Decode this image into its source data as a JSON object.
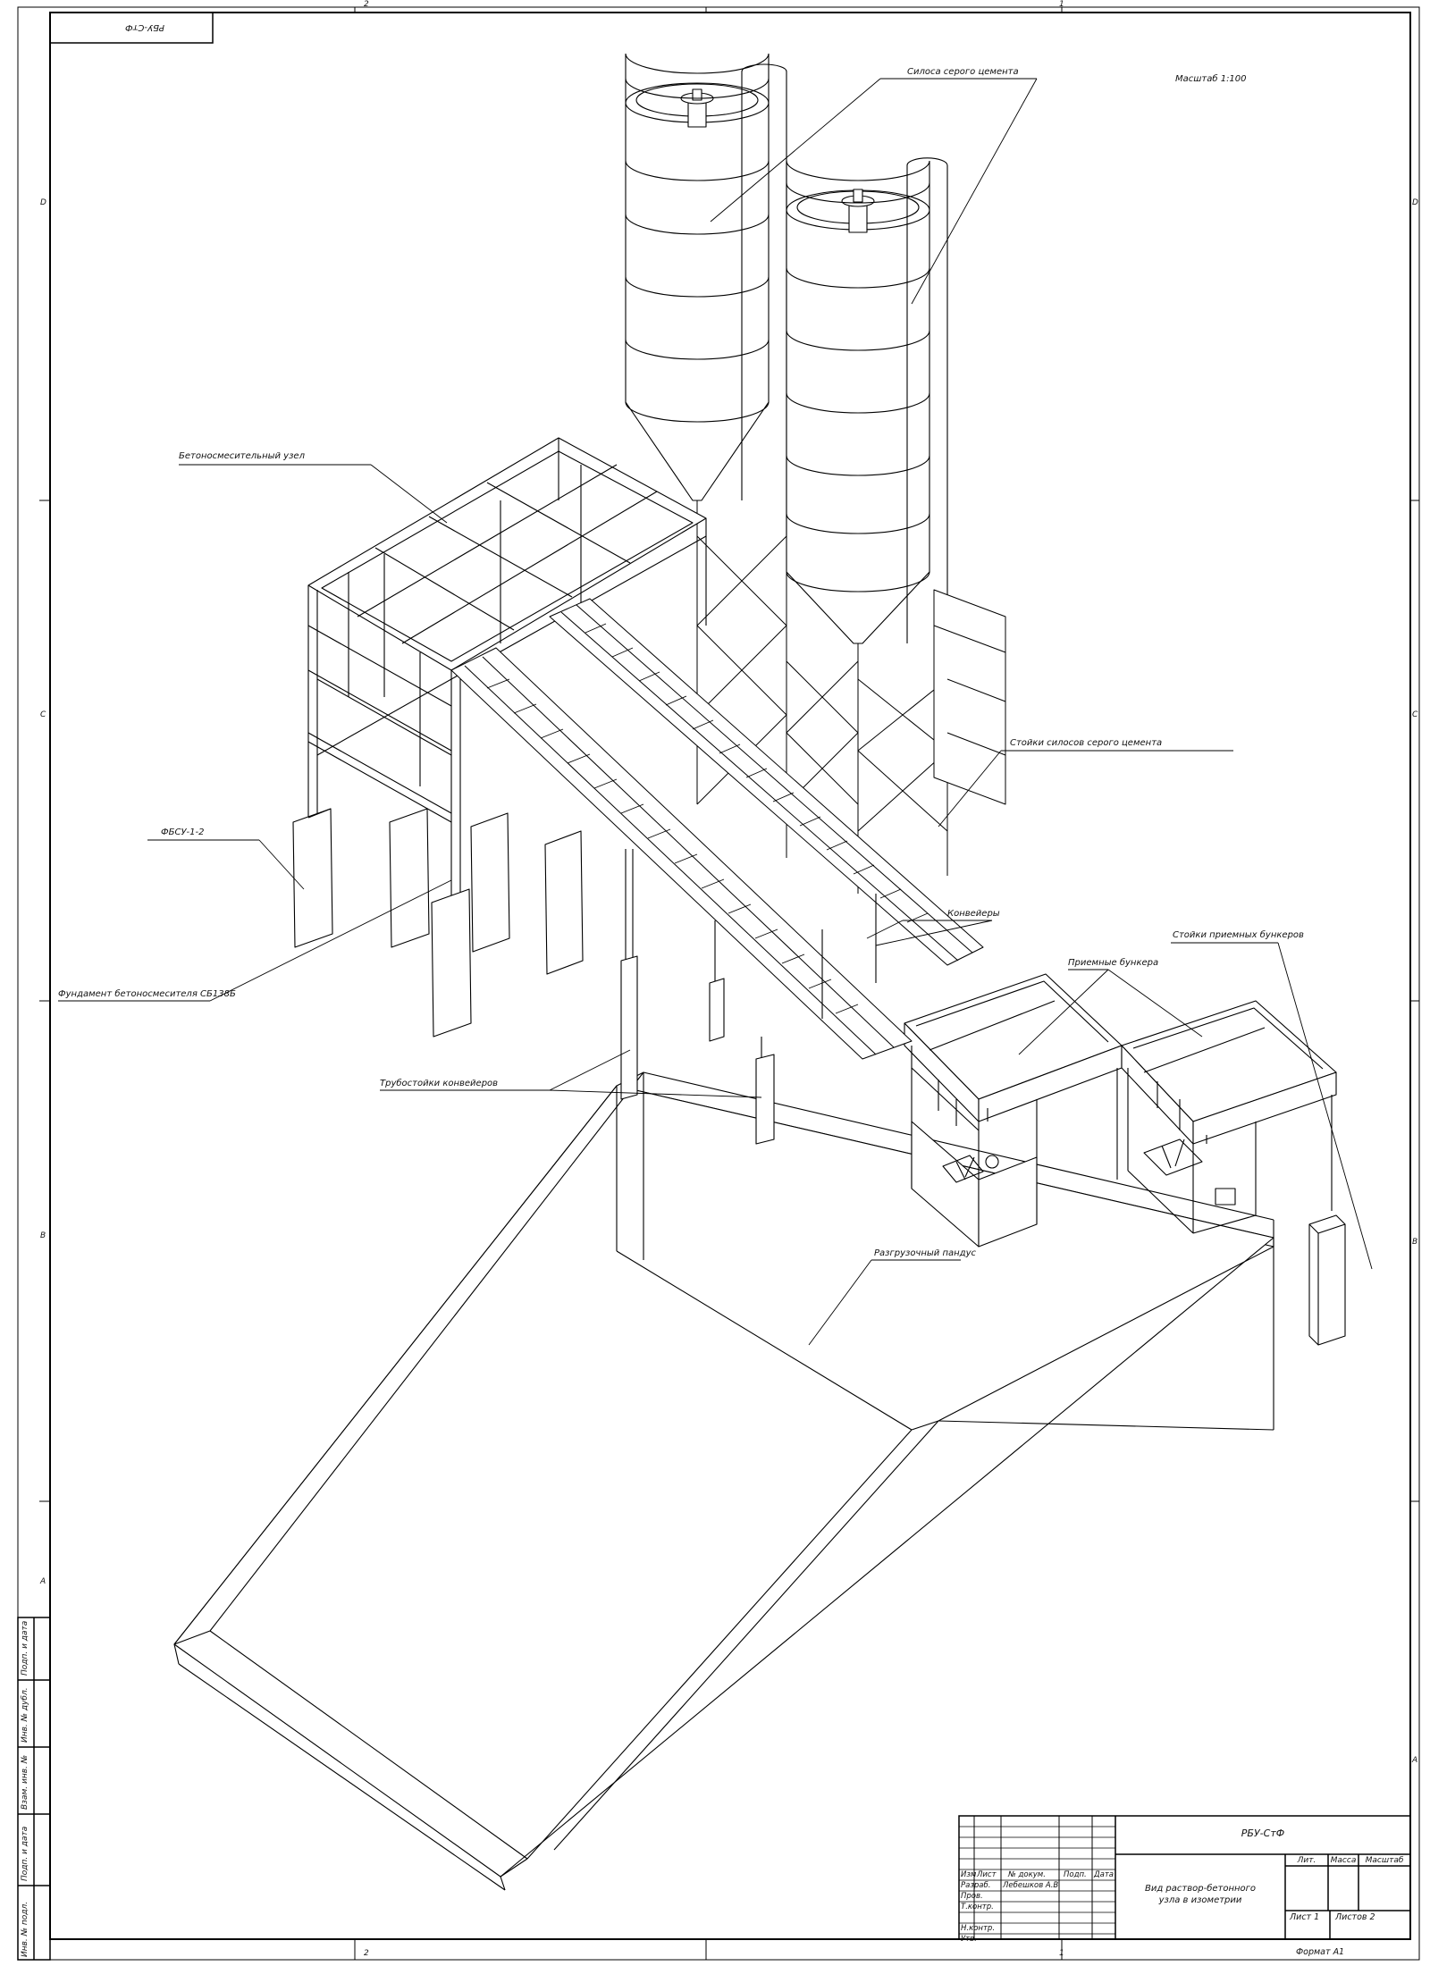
{
  "stamp": {
    "code_mirrored": "РБУ-СтФ"
  },
  "scale": "Масштаб 1:100",
  "grid_labels": {
    "top": [
      "2",
      "1"
    ],
    "bottom": [
      "2",
      "1"
    ],
    "left": [
      "D",
      "C",
      "B",
      "A"
    ],
    "right": [
      "D",
      "C",
      "B",
      "A"
    ]
  },
  "callouts": {
    "silos": "Силоса серого цемента",
    "mixing_unit": "Бетоносмесительный узел",
    "silo_supports": "Стойки силосов серого цемента",
    "fbsu": "ФБСУ-1-2",
    "conveyors": "Конвейеры",
    "bunker_supports": "Стойки приемных бункеров",
    "bunkers": "Приемные бункера",
    "mixer_foundation": "Фундамент бетоносмесителя СБ138Б",
    "conveyor_posts": "Трубостойки конвейеров",
    "ramp": "Разгрузочный пандус"
  },
  "side_strip": [
    "Подп. и дата",
    "Инв. № дубл.",
    "Взам. инв. №",
    "Подп. и дата",
    "Инв. № подл."
  ],
  "title_block": {
    "designation": "РБУ-СтФ",
    "drawing_title_1": "Вид раствор-бетонного",
    "drawing_title_2": "узла в изометрии",
    "col_izm": "Изм",
    "col_list": "Лист",
    "col_doc": "№ докум.",
    "col_sign": "Подп.",
    "col_date": "Дата",
    "role_developer": "Разраб.",
    "developer_name": "Лебешков А.В",
    "role_checker": "Пров.",
    "role_tcontrol": "Т.контр.",
    "role_ncontrol": "Н.контр.",
    "role_approved": "Утв.",
    "lit_header": "Лит.",
    "mass_header": "Масса",
    "scale_header": "Масштаб",
    "sheet": "Лист 1",
    "sheets": "Листов 2",
    "format": "Формат А1"
  }
}
